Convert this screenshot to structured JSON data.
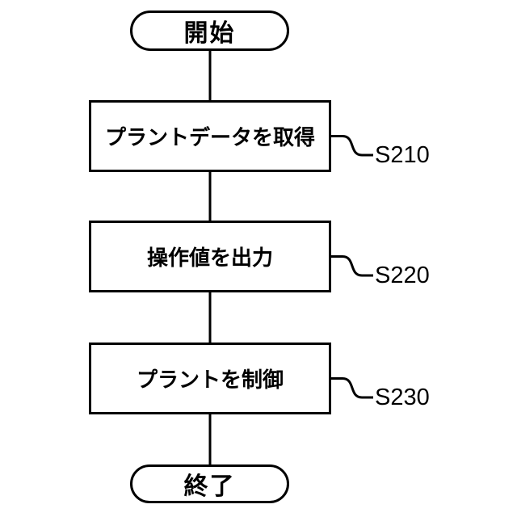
{
  "colors": {
    "background": "#ffffff",
    "stroke": "#000000",
    "text": "#000000"
  },
  "flowchart": {
    "start": {
      "label": "開始"
    },
    "end": {
      "label": "終了"
    },
    "steps": [
      {
        "label": "プラントデータを取得",
        "ref": "S210"
      },
      {
        "label": "操作値を出力",
        "ref": "S220"
      },
      {
        "label": "プラントを制御",
        "ref": "S230"
      }
    ]
  }
}
